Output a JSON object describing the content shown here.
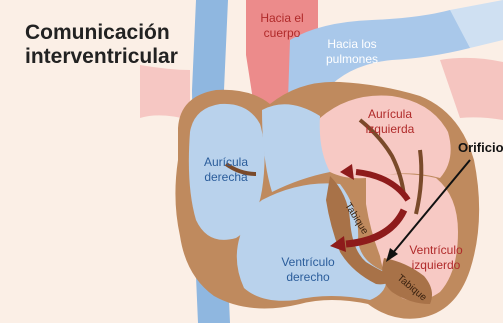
{
  "title": {
    "line1": "Comunicación",
    "line2": "interventricular"
  },
  "labels": {
    "aorta_line1": "Hacia el",
    "aorta_line2": "cuerpo",
    "pulmonary_line1": "Hacia los",
    "pulmonary_line2": "pulmones",
    "left_atrium_line1": "Aurícula",
    "left_atrium_line2": "izquierda",
    "right_atrium_line1": "Aurícula",
    "right_atrium_line2": "derecha",
    "right_ventricle_line1": "Ventrículo",
    "right_ventricle_line2": "derecho",
    "left_ventricle_line1": "Ventrículo",
    "left_ventricle_line2": "izquierdo",
    "septum_upper": "Tabique",
    "septum_lower": "Tabique",
    "orifice": "Orificio"
  },
  "colors": {
    "background": "#fbefe6",
    "oxygen_poor_blue": "#b9d2ec",
    "vessel_blue": "#8fb7e0",
    "oxygen_rich_red": "#ec8b8b",
    "left_chamber_pink": "#f7c9c4",
    "muscle_brown": "#bf8a5e",
    "arrow_dark_red": "#8e1b1b",
    "label_blue": "#2b5d9b",
    "label_red": "#b02a2a"
  }
}
